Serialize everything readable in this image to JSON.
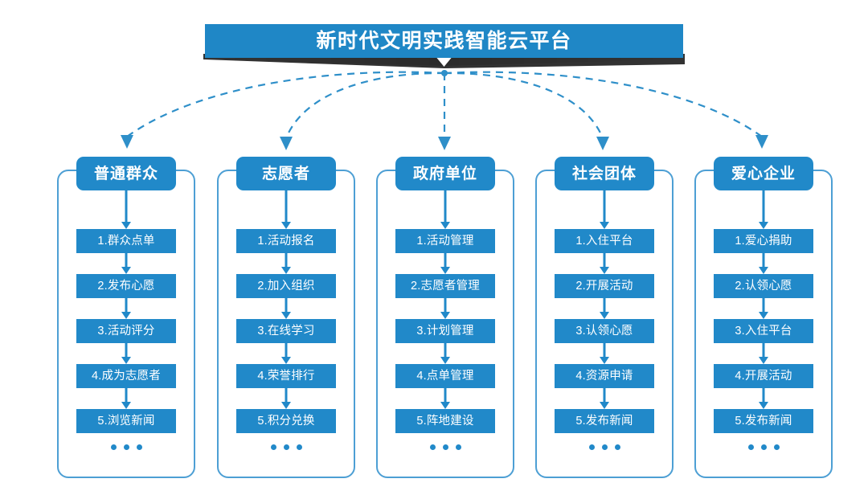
{
  "banner": {
    "title": "新时代文明实践智能云平台",
    "bar_color": "#1f87c6",
    "ribbon_color": "#2b2b2b",
    "chevron_icon": "chevron-down-icon"
  },
  "theme": {
    "accent": "#2189c9",
    "outline": "#4d9fd4",
    "dashed_connector": "#2e8fc9",
    "text_on_accent": "#ffffff",
    "background": "#ffffff"
  },
  "connectors": {
    "style": "dashed",
    "origin_label": "platform-hub",
    "count": 5,
    "arrowhead": "arrow-down-icon"
  },
  "columns": [
    {
      "id": "public",
      "title": "普通群众",
      "items": [
        "1.群众点单",
        "2.发布心愿",
        "3.活动评分",
        "4.成为志愿者",
        "5.浏览新闻"
      ],
      "more": "..."
    },
    {
      "id": "volunteer",
      "title": "志愿者",
      "items": [
        "1.活动报名",
        "2.加入组织",
        "3.在线学习",
        "4.荣誉排行",
        "5.积分兑换"
      ],
      "more": "..."
    },
    {
      "id": "government",
      "title": "政府单位",
      "items": [
        "1.活动管理",
        "2.志愿者管理",
        "3.计划管理",
        "4.点单管理",
        "5.阵地建设"
      ],
      "more": "..."
    },
    {
      "id": "social-group",
      "title": "社会团体",
      "items": [
        "1.入住平台",
        "2.开展活动",
        "3.认领心愿",
        "4.资源申请",
        "5.发布新闻"
      ],
      "more": "..."
    },
    {
      "id": "enterprise",
      "title": "爱心企业",
      "items": [
        "1.爱心捐助",
        "2.认领心愿",
        "3.入住平台",
        "4.开展活动",
        "5.发布新闻"
      ],
      "more": "..."
    }
  ]
}
